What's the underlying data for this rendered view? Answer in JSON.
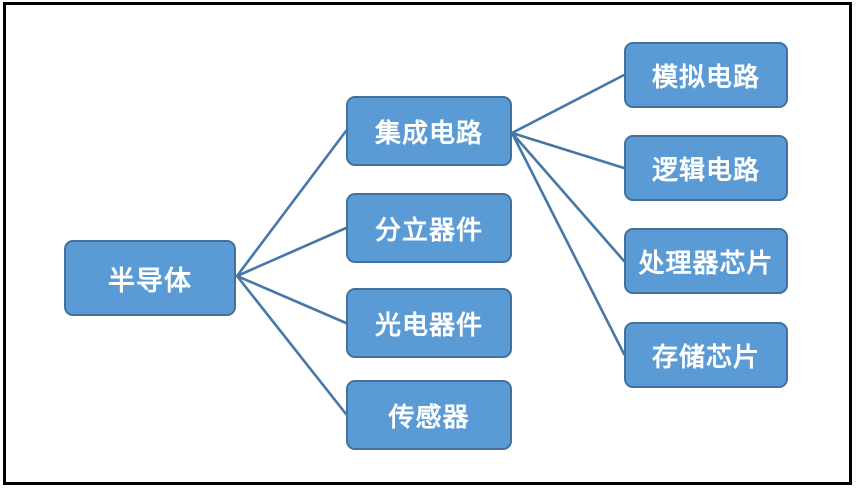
{
  "diagram": {
    "root": {
      "label": "半导体"
    },
    "branches": [
      {
        "label": "集成电路",
        "children": [
          {
            "label": "模拟电路"
          },
          {
            "label": "逻辑电路"
          },
          {
            "label": "处理器芯片"
          },
          {
            "label": "存储芯片"
          }
        ]
      },
      {
        "label": "分立器件",
        "children": []
      },
      {
        "label": "光电器件",
        "children": []
      },
      {
        "label": "传感器",
        "children": []
      }
    ],
    "colors": {
      "node_fill": "#5B9BD5",
      "node_border": "#41719C",
      "node_text": "#FFFFFF",
      "connector": "#4577A9",
      "frame_border": "#000000"
    }
  }
}
